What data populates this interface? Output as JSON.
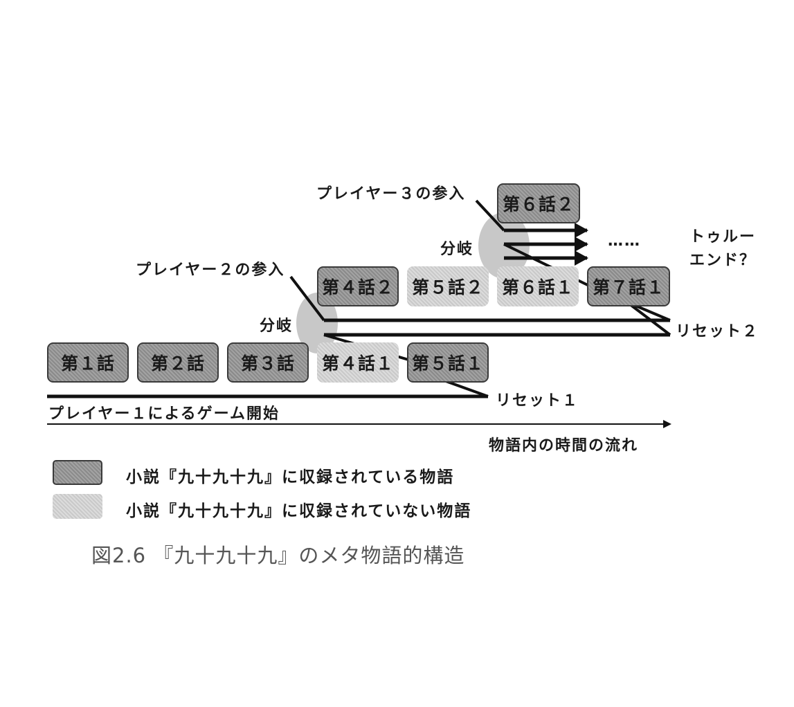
{
  "boxes": {
    "ep1": "第１話",
    "ep2": "第２話",
    "ep3": "第３話",
    "ep4_1": "第４話１",
    "ep5_1": "第５話１",
    "ep4_2": "第４話２",
    "ep5_2": "第５話２",
    "ep6_1": "第６話１",
    "ep7_1": "第７話１",
    "ep6_2": "第６話２"
  },
  "labels": {
    "player1_start": "プレイヤー１によるゲーム開始",
    "player2_join": "プレイヤー２の参入",
    "player3_join": "プレイヤー３の参入",
    "branch1": "分岐",
    "branch2": "分岐",
    "reset1": "リセット１",
    "reset2": "リセット２",
    "ellipsis": "……",
    "true_end_line1": "トゥルー",
    "true_end_line2": "エンド？",
    "time_axis": "物語内の時間の流れ"
  },
  "legend": {
    "included": "小説『九十九十九』に収録されている物語",
    "excluded": "小説『九十九十九』に収録されていない物語"
  },
  "caption": "図2.6 『九十九十九』のメタ物語的構造",
  "colors": {
    "included_fill": "#959595",
    "excluded_fill": "#d2d2d2",
    "line": "#111111"
  }
}
